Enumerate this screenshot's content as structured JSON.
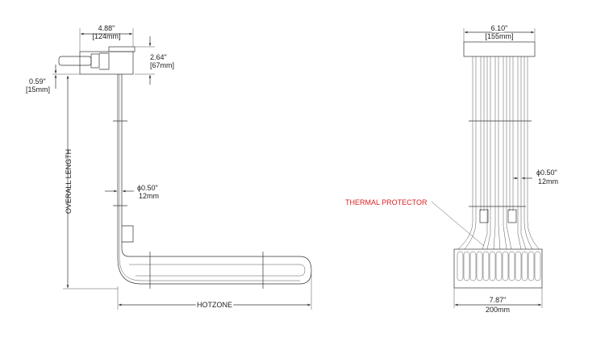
{
  "side_view": {
    "head_width": {
      "in": "4.88\"",
      "mm": "[124mm]"
    },
    "head_height": {
      "in": "2.64\"",
      "mm": "[67mm]"
    },
    "offset": {
      "in": "0.59\"",
      "mm": "[15mm]"
    },
    "overall_length_label": "OVERALL LENGTH",
    "tube_diameter": {
      "in": "ϕ0.50\"",
      "mm": "12mm"
    },
    "hotzone_label": "HOTZONE"
  },
  "front_view": {
    "head_width": {
      "in": "6.10\"",
      "mm": "[155mm]"
    },
    "tube_diameter": {
      "in": "ϕ0.50\"",
      "mm": "12mm"
    },
    "thermal_protector_label": "THERMAL PROTECTOR",
    "coil_width": {
      "in": "7.87\"",
      "mm": "200mm"
    },
    "accent_color": "#e02020"
  }
}
